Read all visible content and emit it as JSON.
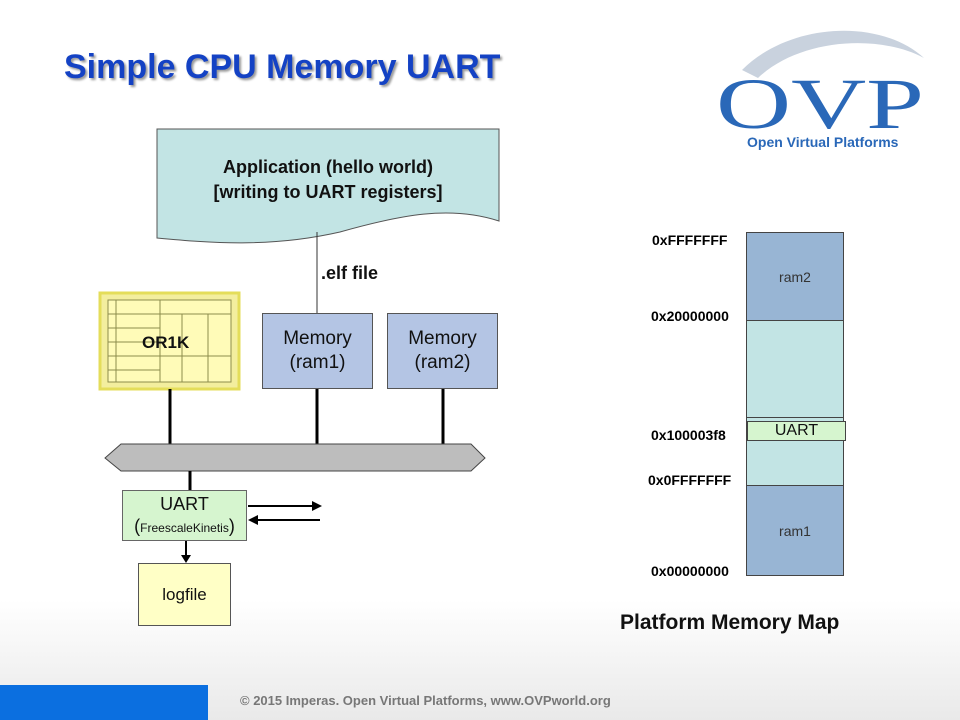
{
  "slide": {
    "title": "Simple CPU Memory UART",
    "footer": "© 2015 Imperas.    Open Virtual Platforms, www.OVPworld.org"
  },
  "logo": {
    "letters": "OVP",
    "tagline": "Open Virtual Platforms"
  },
  "diagram": {
    "application": {
      "line1": "Application (hello world)",
      "line2": "[writing to UART registers]"
    },
    "elf_label": ".elf file",
    "cpu_label": "OR1K",
    "memory1": {
      "line1": "Memory",
      "line2": "(ram1)"
    },
    "memory2": {
      "line1": "Memory",
      "line2": "(ram2)"
    },
    "uart": {
      "line1": "UART",
      "open_paren": "(",
      "model": "FreescaleKinetis",
      "close_paren": ")"
    },
    "logfile": "logfile"
  },
  "memory_map": {
    "title": "Platform Memory Map",
    "regions": {
      "ram2": "ram2",
      "uart": "UART",
      "ram1": "ram1"
    },
    "addresses": {
      "top": "0xFFFFFFF",
      "ram2_start": "0x20000000",
      "uart_start": "0x100003f8",
      "ram1_end": "0x0FFFFFFF",
      "bottom": "0x00000000"
    }
  },
  "colors": {
    "title": "#1442c4",
    "memory": "#b4c5e4",
    "memory_map_free": "#c2e4e4",
    "application": "#c2e4e4",
    "cpu": "#f3ee9e",
    "cpu_border": "#e4dd5a",
    "uart": "#d6f5cf",
    "logfile": "#ffffc6",
    "footer_bar": "#0b6fe0",
    "logo": "#2a68b8"
  }
}
